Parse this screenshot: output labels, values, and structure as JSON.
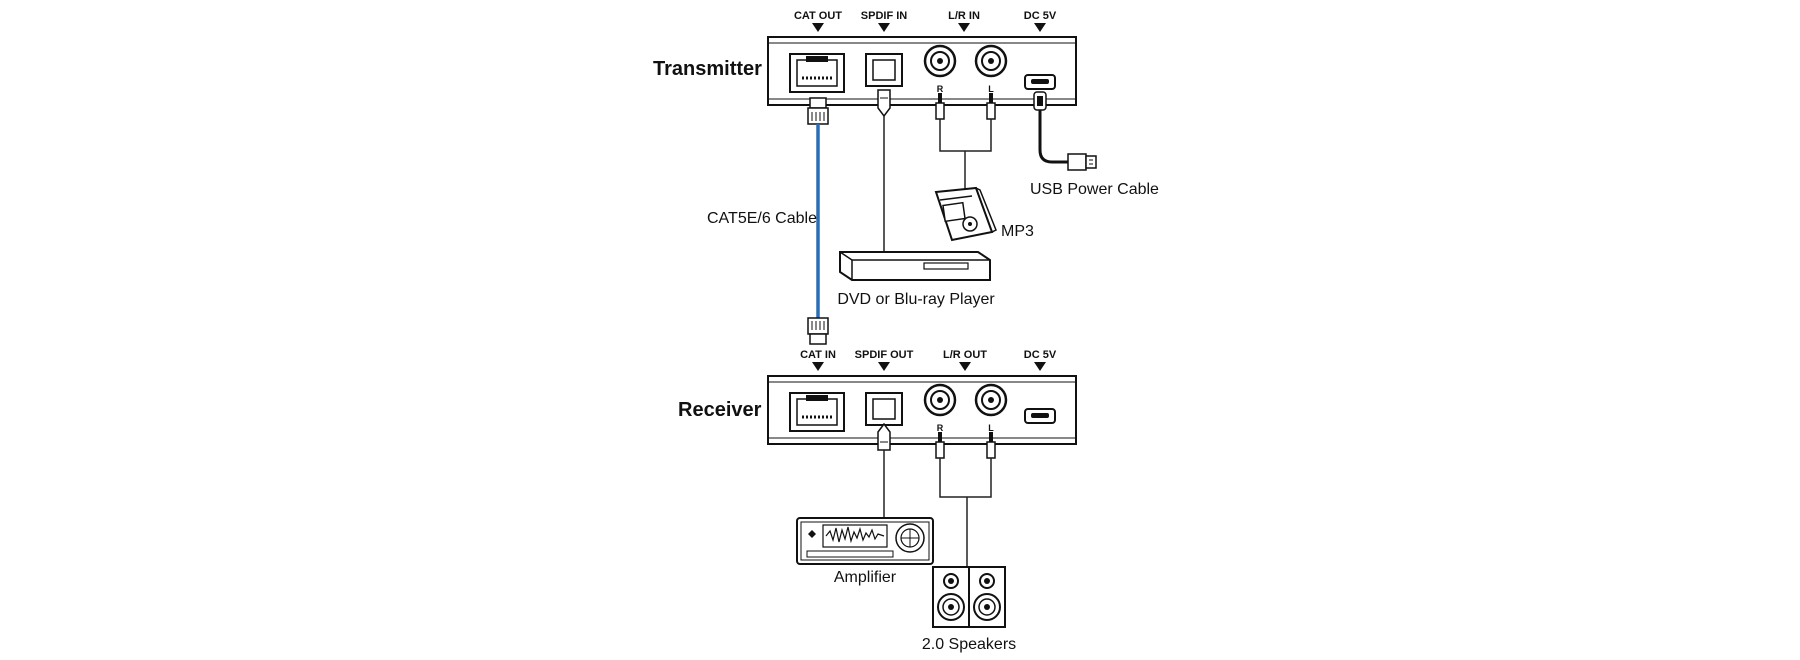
{
  "transmitter": {
    "title": "Transmitter",
    "ports": {
      "cat": "CAT OUT",
      "spdif": "SPDIF IN",
      "lr": "L/R IN",
      "dc": "DC 5V"
    },
    "pins": {
      "r": "R",
      "l": "L"
    }
  },
  "receiver": {
    "title": "Receiver",
    "ports": {
      "cat": "CAT IN",
      "spdif": "SPDIF OUT",
      "lr": "L/R OUT",
      "dc": "DC 5V"
    },
    "pins": {
      "r": "R",
      "l": "L"
    }
  },
  "labels": {
    "cable": "CAT5E/6 Cable",
    "usb": "USB Power Cable",
    "mp3": "MP3",
    "dvd": "DVD or Blu-ray Player",
    "amplifier": "Amplifier",
    "speakers": "2.0 Speakers"
  },
  "colors": {
    "cat_cable": "#2a6fb5",
    "line": "#222222",
    "device_fill": "#ffffff"
  }
}
